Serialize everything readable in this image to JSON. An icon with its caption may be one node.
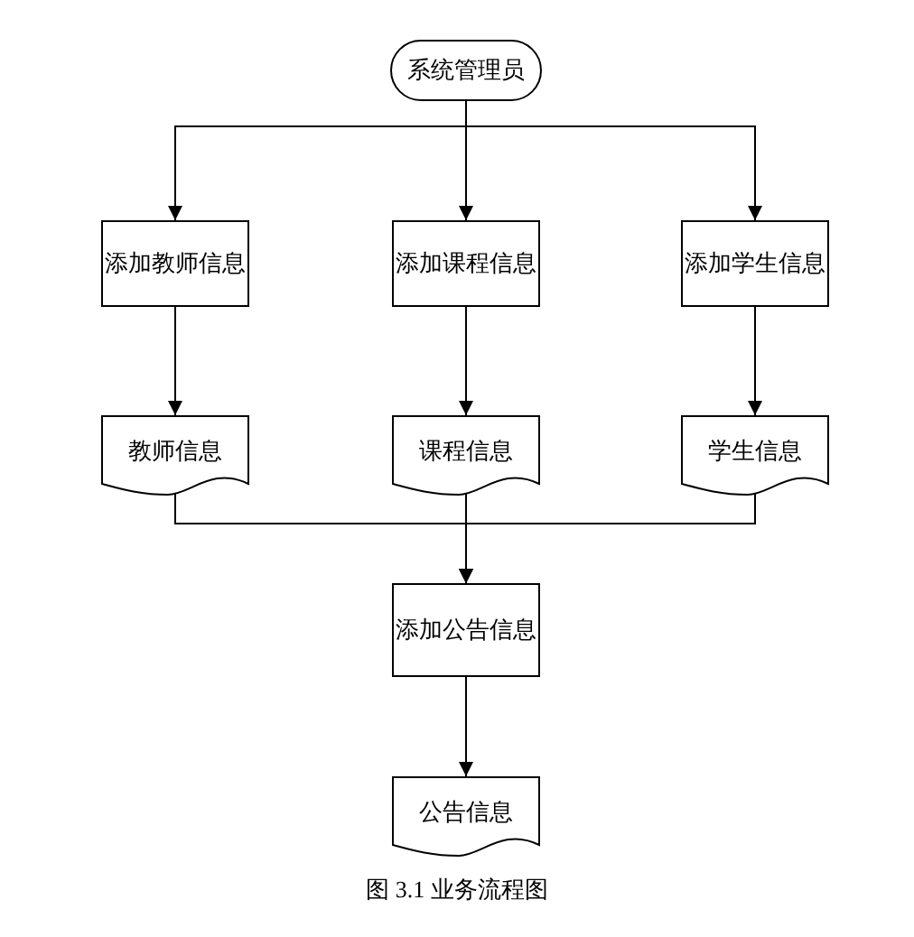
{
  "diagram": {
    "caption": "图 3.1 业务流程图",
    "nodes": [
      {
        "text": [
          "系统管理员"
        ]
      },
      {
        "text": [
          "添加教师信息"
        ]
      },
      {
        "text": [
          "添加课程信息"
        ]
      },
      {
        "text": [
          "添加学生信息"
        ]
      },
      {
        "text": [
          "教师信息"
        ]
      },
      {
        "text": [
          "课程信息"
        ]
      },
      {
        "text": [
          "学生信息"
        ]
      },
      {
        "text": [
          "添加公告信息"
        ]
      },
      {
        "text": [
          "公告信息"
        ]
      }
    ],
    "edges": [
      {
        "from": 0,
        "to": 1,
        "arrow": "to"
      },
      {
        "from": 0,
        "to": 2,
        "arrow": "to"
      },
      {
        "from": 0,
        "to": 3,
        "arrow": "to"
      },
      {
        "from": 1,
        "to": 4,
        "arrow": "to"
      },
      {
        "from": 2,
        "to": 5,
        "arrow": "to"
      },
      {
        "from": 3,
        "to": 6,
        "arrow": "to"
      },
      {
        "from": 4,
        "to": 7,
        "arrow": "to"
      },
      {
        "from": 5,
        "to": 7,
        "arrow": "to"
      },
      {
        "from": 6,
        "to": 7,
        "arrow": "to"
      },
      {
        "from": 7,
        "to": 8,
        "arrow": "to"
      }
    ]
  }
}
